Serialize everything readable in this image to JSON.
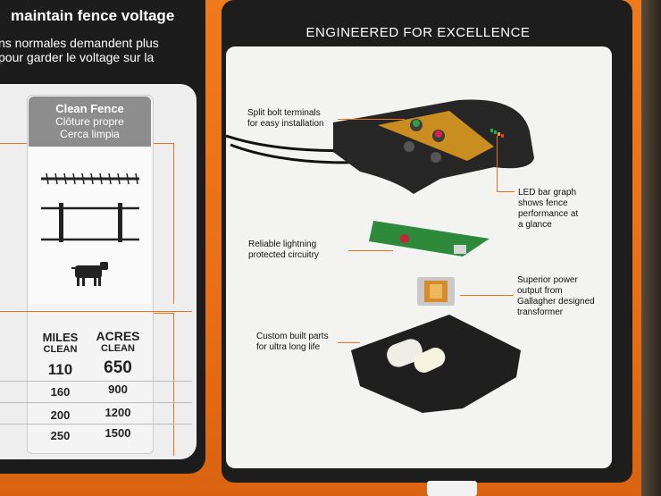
{
  "left": {
    "heading": "maintain fence voltage",
    "fr_line1": "ns normales demandent plus",
    "fr_line2": "pour garder le voltage sur la",
    "column": {
      "title_en": "Clean Fence",
      "title_fr": "Clôture propre",
      "title_es": "Cerca limpia"
    },
    "table": {
      "miles_label": "MILES",
      "miles_sub": "CLEAN",
      "acres_label": "ACRES",
      "acres_sub": "CLEAN",
      "rows": [
        {
          "miles": "110",
          "acres": "650"
        },
        {
          "miles": "160",
          "acres": "900"
        },
        {
          "miles": "200",
          "acres": "1200"
        },
        {
          "miles": "250",
          "acres": "1500"
        }
      ]
    }
  },
  "right": {
    "title": "ENGINEERED FOR EXCELLENCE",
    "callouts": {
      "terminals": "Split bolt terminals\nfor easy installation",
      "led": "LED bar graph\nshows fence\nperformance at\na glance",
      "lightning": "Reliable lightning\nprotected circuitry",
      "power": "Superior power\noutput from\nGallagher designed\ntransformer",
      "parts": "Custom built parts\nfor ultra long life"
    }
  },
  "colors": {
    "brand_orange": "#e8731c",
    "panel_dark": "#1d1d1d",
    "panel_light": "#f3f3f1"
  }
}
